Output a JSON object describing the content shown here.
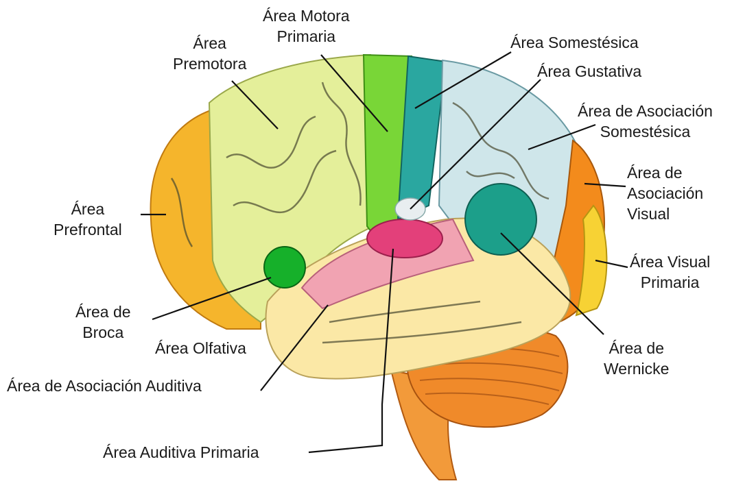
{
  "colors": {
    "prefrontal": "#f5b52c",
    "premotora": "#e4ef9a",
    "motora": "#79d637",
    "somestesica": "#2aa7a0",
    "asoc_somestesica": "#cfe6ea",
    "visual_asoc": "#f38b1c",
    "visual_primaria": "#f7d234",
    "broca": "#16b02a",
    "wernicke": "#1c9f8a",
    "auditiva_primaria": "#e3407a",
    "asoc_auditiva": "#f1a3b2",
    "temporal": "#fbe8a6",
    "cerebelo": "#f08a2a"
  },
  "labels": {
    "motora": [
      "Área Motora",
      "Primaria"
    ],
    "premotora": [
      "Área",
      "Premotora"
    ],
    "somestesica": "Área Somestésica",
    "gustativa": "Área Gustativa",
    "asoc_somestesica": [
      "Área de Asociación",
      "Somestésica"
    ],
    "asoc_visual": [
      "Área de",
      "Asociación",
      "Visual"
    ],
    "prefrontal": [
      "Área",
      "Prefrontal"
    ],
    "visual_primaria": [
      "Área Visual",
      "Primaria"
    ],
    "broca": [
      "Área de",
      "Broca"
    ],
    "olfativa": "Área Olfativa",
    "wernicke": [
      "Área de",
      "Wernicke"
    ],
    "asoc_auditiva": "Área de Asociación Auditiva",
    "auditiva_primaria": "Área Auditiva Primaria"
  }
}
